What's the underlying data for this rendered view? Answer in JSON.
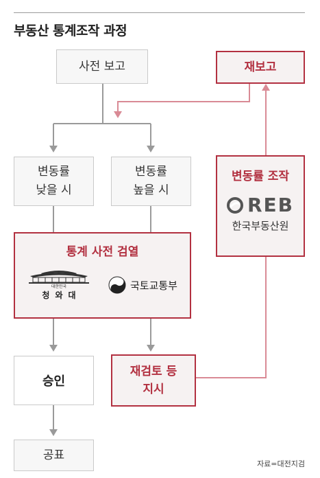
{
  "title": "부동산 통계조작 과정",
  "nodes": {
    "prereport": "사전 보고",
    "rereport": "재보고",
    "low_line1": "변동률",
    "low_line2": "낮을 시",
    "high_line1": "변동률",
    "high_line2": "높을 시",
    "manip": "변동률 조작",
    "reb_name": "한국부동산원",
    "review": "통계 사전 검열",
    "approve": "승인",
    "reexam_line1": "재검토 등",
    "reexam_line2": "지시",
    "publish": "공표"
  },
  "logos": {
    "cheongwadae_small": "대한민국",
    "cheongwadae": "청와대",
    "molit": "국토교통부",
    "reb": "REB"
  },
  "colors": {
    "accent": "#b23040",
    "line": "#9a9a9a",
    "box_border": "#c9c9c9"
  },
  "source": "자료=대전지검"
}
